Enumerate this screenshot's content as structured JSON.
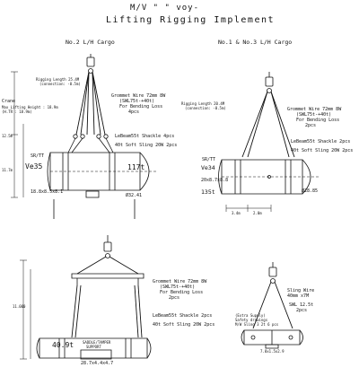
{
  "header": {
    "vessel": "M/V \"  \" voy-",
    "title": "Lifting Rigging Implement"
  },
  "panels": {
    "no2": {
      "title": "No.2 L/H Cargo",
      "rigging_length": "Rigging Length 25.4M",
      "rigging_connection": "(connection: -0.5m)",
      "crane_label": "Crane",
      "lifting_height": "Max Lifting Height : 18.9m",
      "deck_ref": "(H.TR : 18.9m)",
      "dims_left": [
        "12.5m",
        "11.7m"
      ],
      "grommet": "Grommet Wire 72mm 8W",
      "grommet_swl": "(SWL75t-+40t)",
      "grommet_use": "For Bending Loss",
      "grommet_qty": "4pcs",
      "shackle": "LeBeam55t Shackle 4pcs",
      "sling": "40t Soft Sling 20W 2pcs",
      "cargo_tag": "SR/TT",
      "cargo_no": "Ve35",
      "weight": "117t",
      "size": "18.8x8.5x8.1",
      "extra": "Ø32.41"
    },
    "no1": {
      "title": "No.1 & No.3 L/H Cargo",
      "rigging_length": "Rigging Length 20.4M",
      "rigging_connection": "(connection: -0.5m)",
      "grommet": "Grommet Wire 72mm 8W",
      "grommet_swl": "(SWL75t-+40t)",
      "grommet_use": "For Bending Loss",
      "grommet_qty": "2pcs",
      "shackle": "LeBeam55t Shackle 2pcs",
      "sling": "40t Soft Sling 20W 2pcs",
      "cargo_tag": "SR/TT",
      "cargo_no": "Ve34",
      "size": "20x8.7x8.8",
      "weight": "135t",
      "extra": "Ø28.85",
      "dims_bottom": [
        "3.4m",
        "2.0m"
      ]
    },
    "no3": {
      "grommet": "Grommet Wire 72mm 8W",
      "grommet_swl": "(SWL75t-+40t)",
      "grommet_use": "For Bending Loss",
      "grommet_qty": "2pcs",
      "shackle": "LeBeam55t Shackle 2pcs",
      "sling": "40t Soft Sling 20W 2pcs",
      "weight": "40.9t",
      "height_dim": "11.000",
      "base": "SADDLE/TAMPER",
      "base_sub": "SUPPORT",
      "size": "28.7x4.4x4.7"
    },
    "no4": {
      "sling_top": "Sling Wire",
      "sling_top_sub": "40mm x7M",
      "sling_swl": "SWL 12.5t",
      "sling_qty": "2pcs",
      "note1": "(Extra Supply)",
      "note2": "Safety drawings",
      "note3": "M/W Sling 3 2t 6 pcs",
      "bottom": "7.8x1.5x2.9"
    }
  }
}
